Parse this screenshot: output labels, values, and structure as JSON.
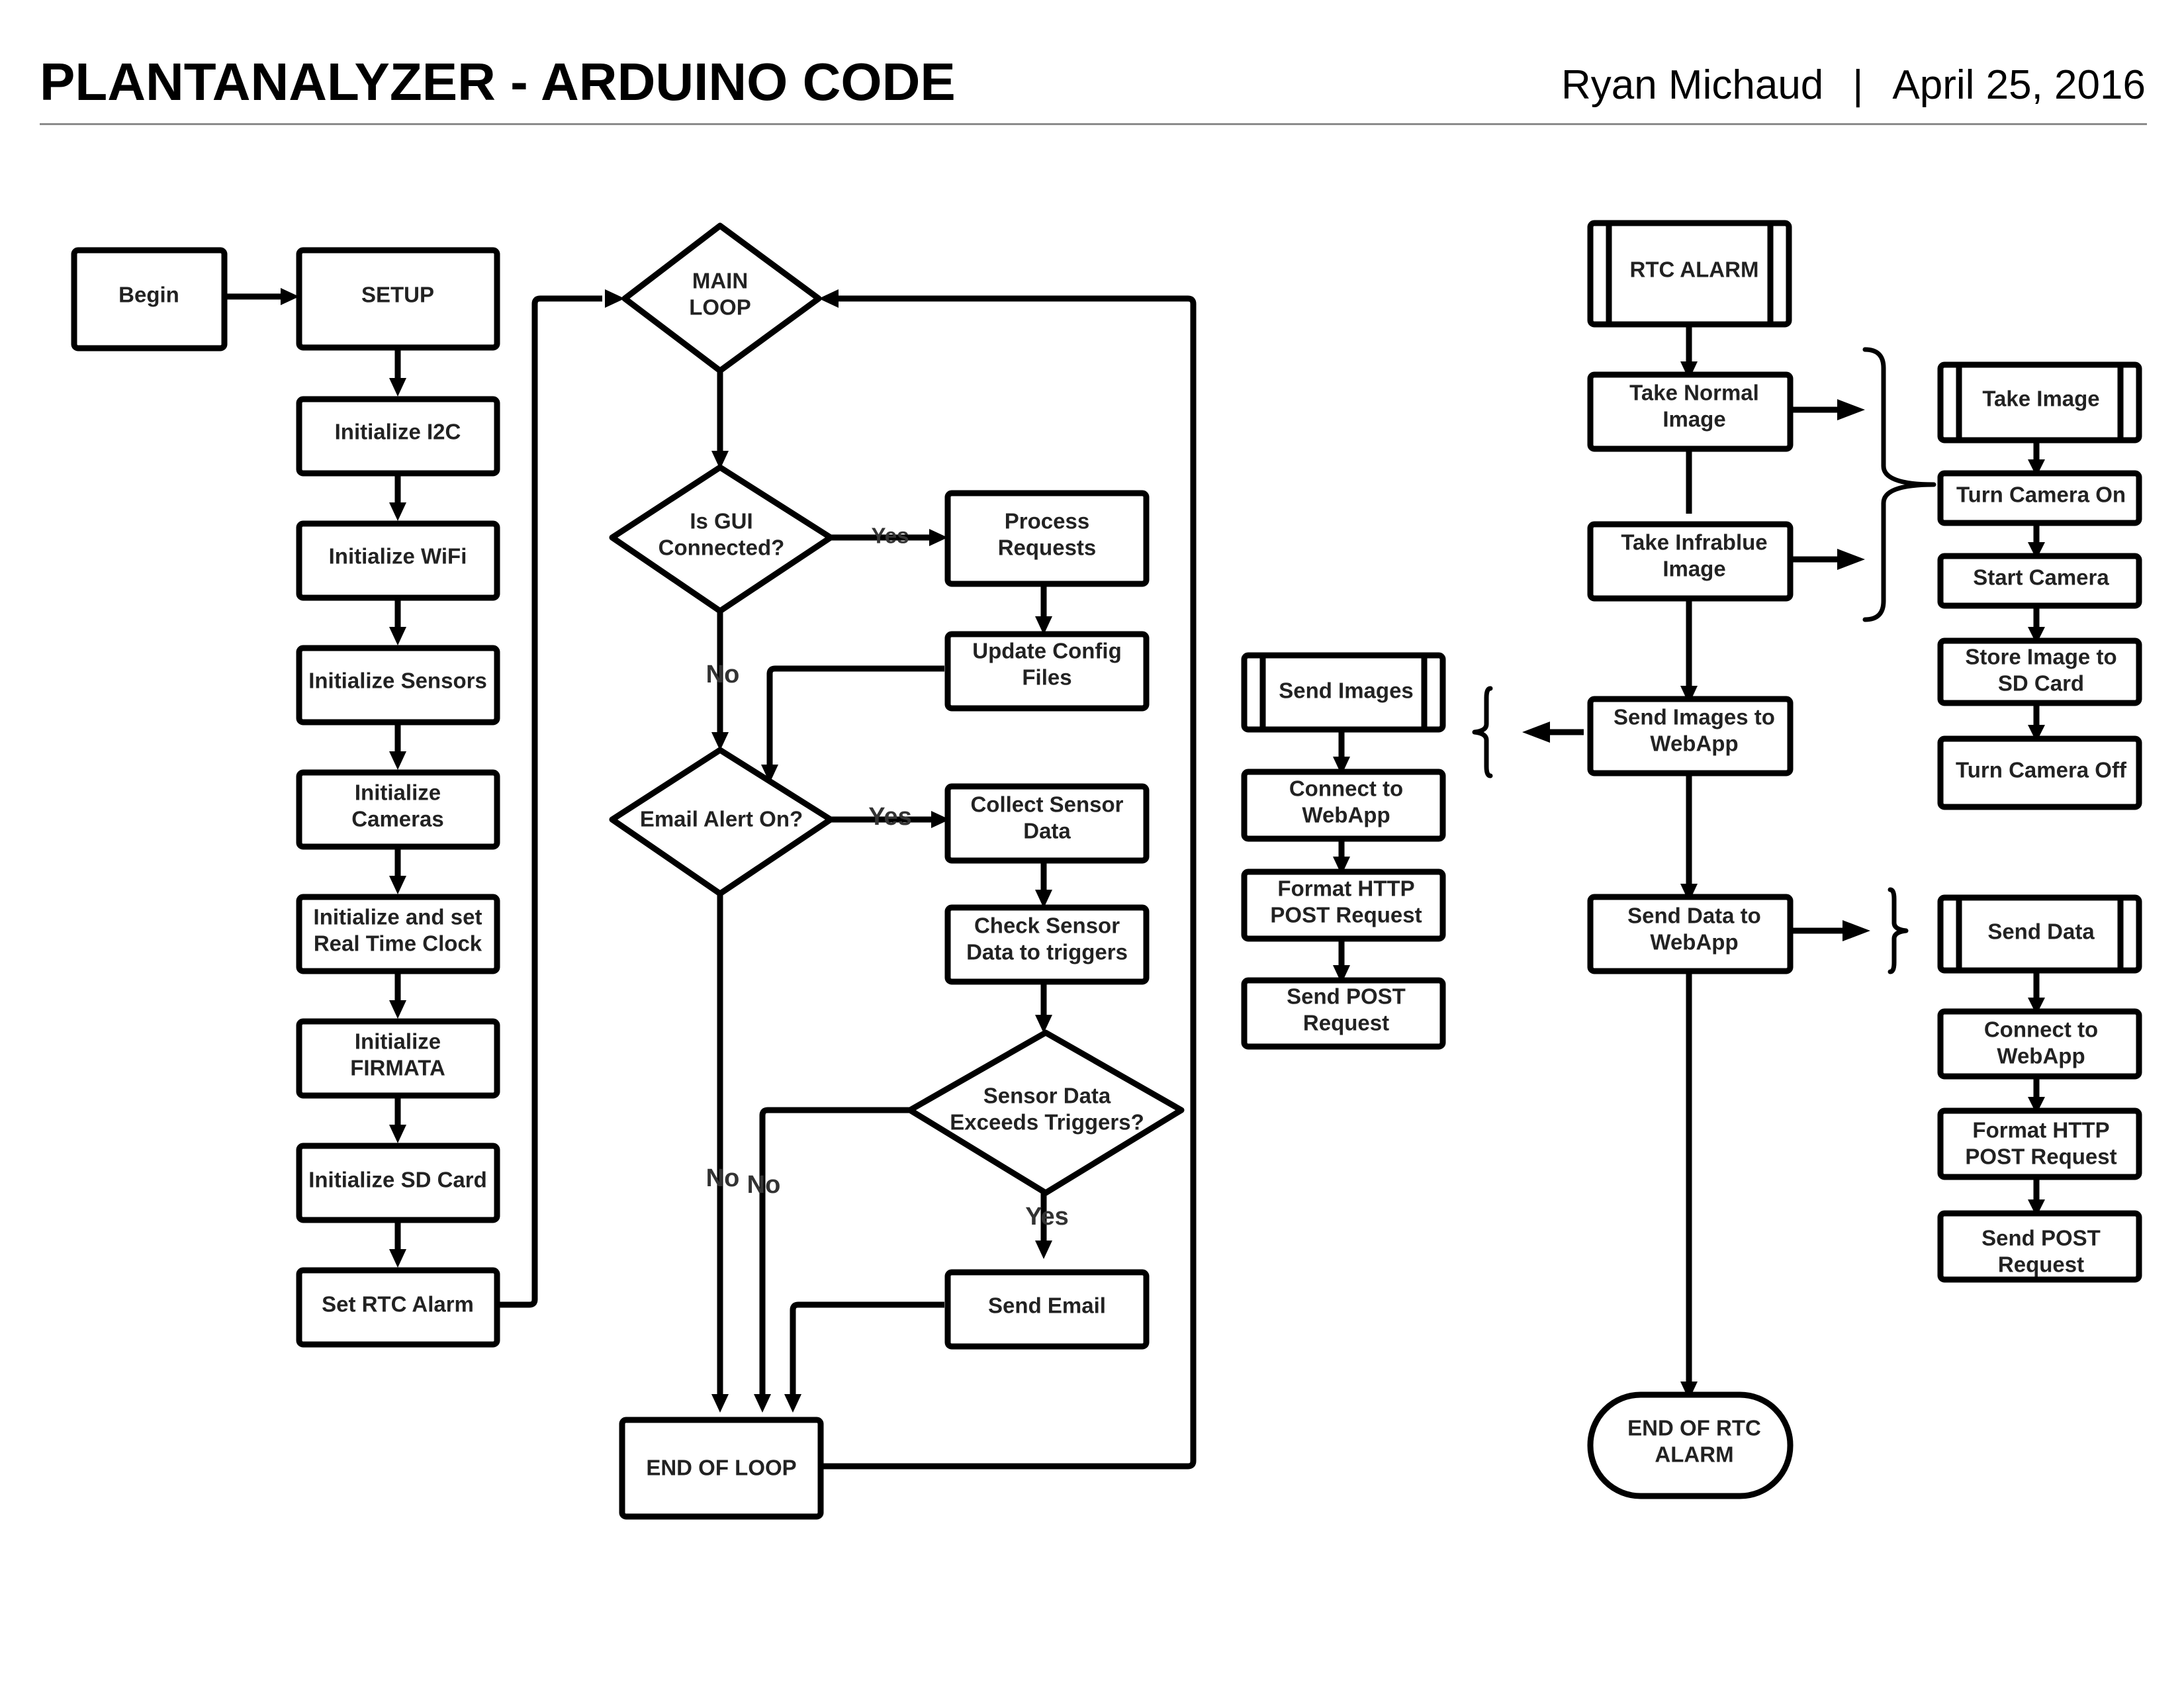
{
  "header": {
    "title": "PLANTANALYZER - ARDUINO CODE",
    "author": "Ryan Michaud",
    "separator": "|",
    "date": "April 25, 2016"
  },
  "nodes": {
    "begin": "Begin",
    "setup": "SETUP",
    "init_i2c": "Initialize I2C",
    "init_wifi": "Initialize WiFi",
    "init_sensors": "Initialize Sensors",
    "init_cameras": [
      "Initialize",
      "Cameras"
    ],
    "init_rtc": [
      "Initialize and set",
      "Real Time Clock"
    ],
    "init_firmata": [
      "Initialize",
      "FIRMATA"
    ],
    "init_sd": "Initialize SD Card",
    "set_rtc_alarm": "Set RTC Alarm",
    "main_loop": [
      "MAIN",
      "LOOP"
    ],
    "is_gui": [
      "Is GUI",
      "Connected?"
    ],
    "process_requests": [
      "Process",
      "Requests"
    ],
    "update_config": [
      "Update Config",
      "Files"
    ],
    "email_alert": "Email Alert On?",
    "collect_sensor": [
      "Collect Sensor",
      "Data"
    ],
    "check_sensor": [
      "Check Sensor",
      "Data to triggers"
    ],
    "exceeds_triggers": [
      "Sensor Data",
      "Exceeds Triggers?"
    ],
    "send_email": "Send Email",
    "end_loop": "END OF LOOP",
    "send_images_sub": "Send Images",
    "si_connect": [
      "Connect to",
      "WebApp"
    ],
    "si_format": [
      "Format HTTP",
      "POST Request"
    ],
    "si_send": [
      "Send POST",
      "Request"
    ],
    "rtc_alarm": "RTC ALARM",
    "take_normal": [
      "Take Normal",
      "Image"
    ],
    "take_infrablue": [
      "Take Infrablue",
      "Image"
    ],
    "send_images_webapp": [
      "Send Images to",
      "WebApp"
    ],
    "send_data_webapp": [
      "Send Data to",
      "WebApp"
    ],
    "end_rtc": [
      "END OF RTC",
      "ALARM"
    ],
    "take_image_sub": "Take Image",
    "cam_on": "Turn Camera On",
    "cam_start": "Start Camera",
    "cam_store": [
      "Store Image to",
      "SD Card"
    ],
    "cam_off": "Turn Camera Off",
    "send_data_sub": "Send Data",
    "sd_connect": [
      "Connect to",
      "WebApp"
    ],
    "sd_format": [
      "Format HTTP",
      "POST Request"
    ],
    "sd_send": [
      "Send POST",
      "Request"
    ]
  },
  "edge_labels": {
    "gui_yes": "Yes",
    "gui_no": "No",
    "email_yes": "Yes",
    "email_no": "No",
    "exceeds_no": "No",
    "exceeds_yes": "Yes"
  }
}
